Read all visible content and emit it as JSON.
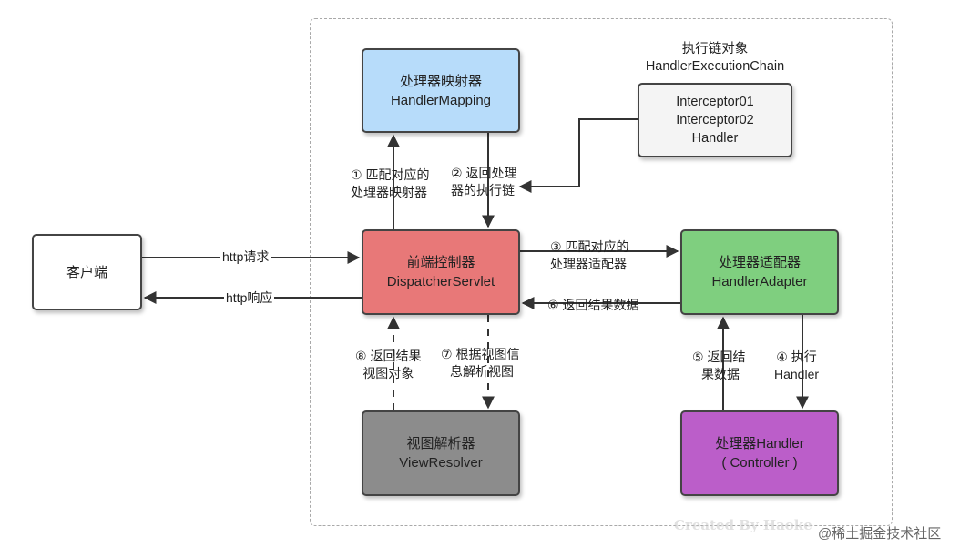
{
  "boxes": {
    "client": {
      "label": "客户端"
    },
    "mapping": {
      "line1": "处理器映射器",
      "line2": "HandlerMapping"
    },
    "chain": {
      "title_line1": "执行链对象",
      "title_line2": "HandlerExecutionChain",
      "items": [
        "Interceptor01",
        "Interceptor02",
        "Handler"
      ]
    },
    "dispatcher": {
      "line1": "前端控制器",
      "line2": "DispatcherServlet"
    },
    "adapter": {
      "line1": "处理器适配器",
      "line2": "HandlerAdapter"
    },
    "resolver": {
      "line1": "视图解析器",
      "line2": "ViewResolver"
    },
    "handler": {
      "line1": "处理器Handler",
      "line2": "( Controller )"
    }
  },
  "edges": {
    "http_request": "http请求",
    "http_response": "http响应",
    "step1": {
      "line1": "① 匹配对应的",
      "line2": "处理器映射器"
    },
    "step2": {
      "line1": "② 返回处理",
      "line2": "器的执行链"
    },
    "step3": {
      "line1": "③ 匹配对应的",
      "line2": "处理器适配器"
    },
    "step4": {
      "line1": "④ 执行",
      "line2": "Handler"
    },
    "step5": {
      "line1": "⑤ 返回结",
      "line2": "果数据"
    },
    "step6": "⑥ 返回结果数据",
    "step7": {
      "line1": "⑦ 根据视图信",
      "line2": "息解析视图"
    },
    "step8": {
      "line1": "⑧ 返回结果",
      "line2": "视图对象"
    }
  },
  "watermark": {
    "en": "Created By Haoke",
    "cn": "@稀土掘金技术社区"
  },
  "colors": {
    "mapping": "#b7dcfa",
    "chain": "#f4f4f4",
    "dispatcher": "#e87878",
    "adapter": "#7fcf7f",
    "resolver": "#8c8c8c",
    "handler": "#bb5ec9",
    "line": "#333333"
  }
}
